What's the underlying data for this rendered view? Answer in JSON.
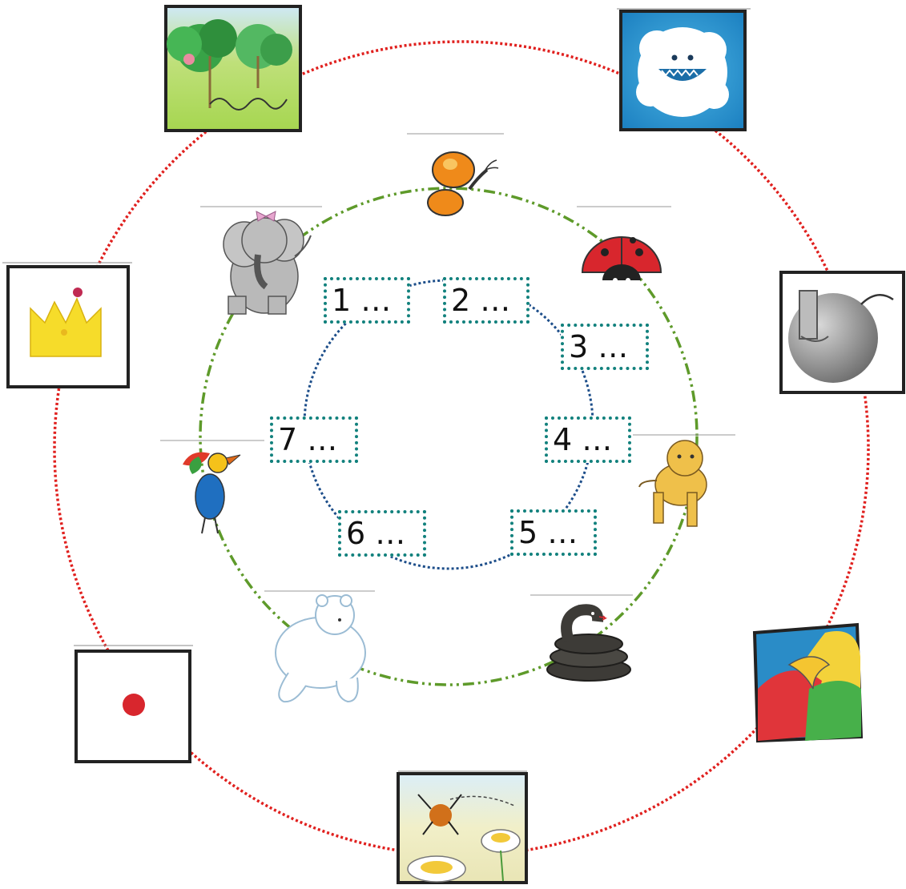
{
  "labels": [
    {
      "id": "1",
      "text": "1 …"
    },
    {
      "id": "2",
      "text": "2 …"
    },
    {
      "id": "3",
      "text": "3 …"
    },
    {
      "id": "4",
      "text": "4 …"
    },
    {
      "id": "5",
      "text": "5 …"
    },
    {
      "id": "6",
      "text": "6 …"
    },
    {
      "id": "7",
      "text": "7 …"
    }
  ],
  "outer_ring_pictures": [
    "forest-path",
    "yeti",
    "bomb",
    "colorful-hills",
    "spider-on-flower",
    "red-dot",
    "crown"
  ],
  "middle_ring_pictures": [
    "butterfly",
    "ladybug",
    "lion",
    "snake",
    "polar-bear",
    "bird",
    "elephant"
  ],
  "colors": {
    "outer_ring": "#e0201e",
    "middle_ring": "#5e9a2a",
    "inner_ring": "#1d4e8a",
    "label_border": "#12817d"
  }
}
